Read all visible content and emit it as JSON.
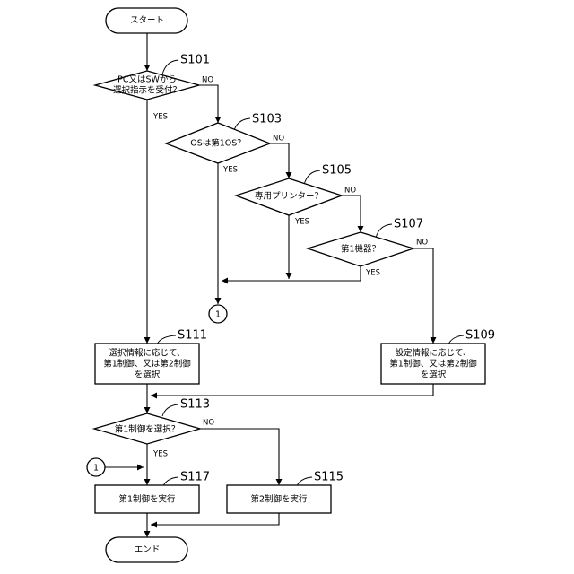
{
  "nodes": {
    "start": {
      "text": "スタート"
    },
    "s101": {
      "tag": "S101",
      "line1": "PC又はSWから",
      "line2": "選択指示を受付？"
    },
    "s103": {
      "tag": "S103",
      "text": "OSは第1OS？"
    },
    "s105": {
      "tag": "S105",
      "text": "専用プリンター？"
    },
    "s107": {
      "tag": "S107",
      "text": "第1機器？"
    },
    "s109": {
      "tag": "S109",
      "line1": "設定情報に応じて、",
      "line2": "第1制御、又は第2制御",
      "line3": "を選択"
    },
    "s111": {
      "tag": "S111",
      "line1": "選択情報に応じて、",
      "line2": "第1制御、又は第2制御",
      "line3": "を選択"
    },
    "s113": {
      "tag": "S113",
      "text": "第1制御を選択？"
    },
    "s115": {
      "tag": "S115",
      "text": "第2制御を実行"
    },
    "s117": {
      "tag": "S117",
      "text": "第1制御を実行"
    },
    "end": {
      "text": "エンド"
    },
    "connector_out": {
      "text": "1"
    },
    "connector_in": {
      "text": "1"
    }
  },
  "branch_labels": {
    "yes": "YES",
    "no": "NO"
  }
}
